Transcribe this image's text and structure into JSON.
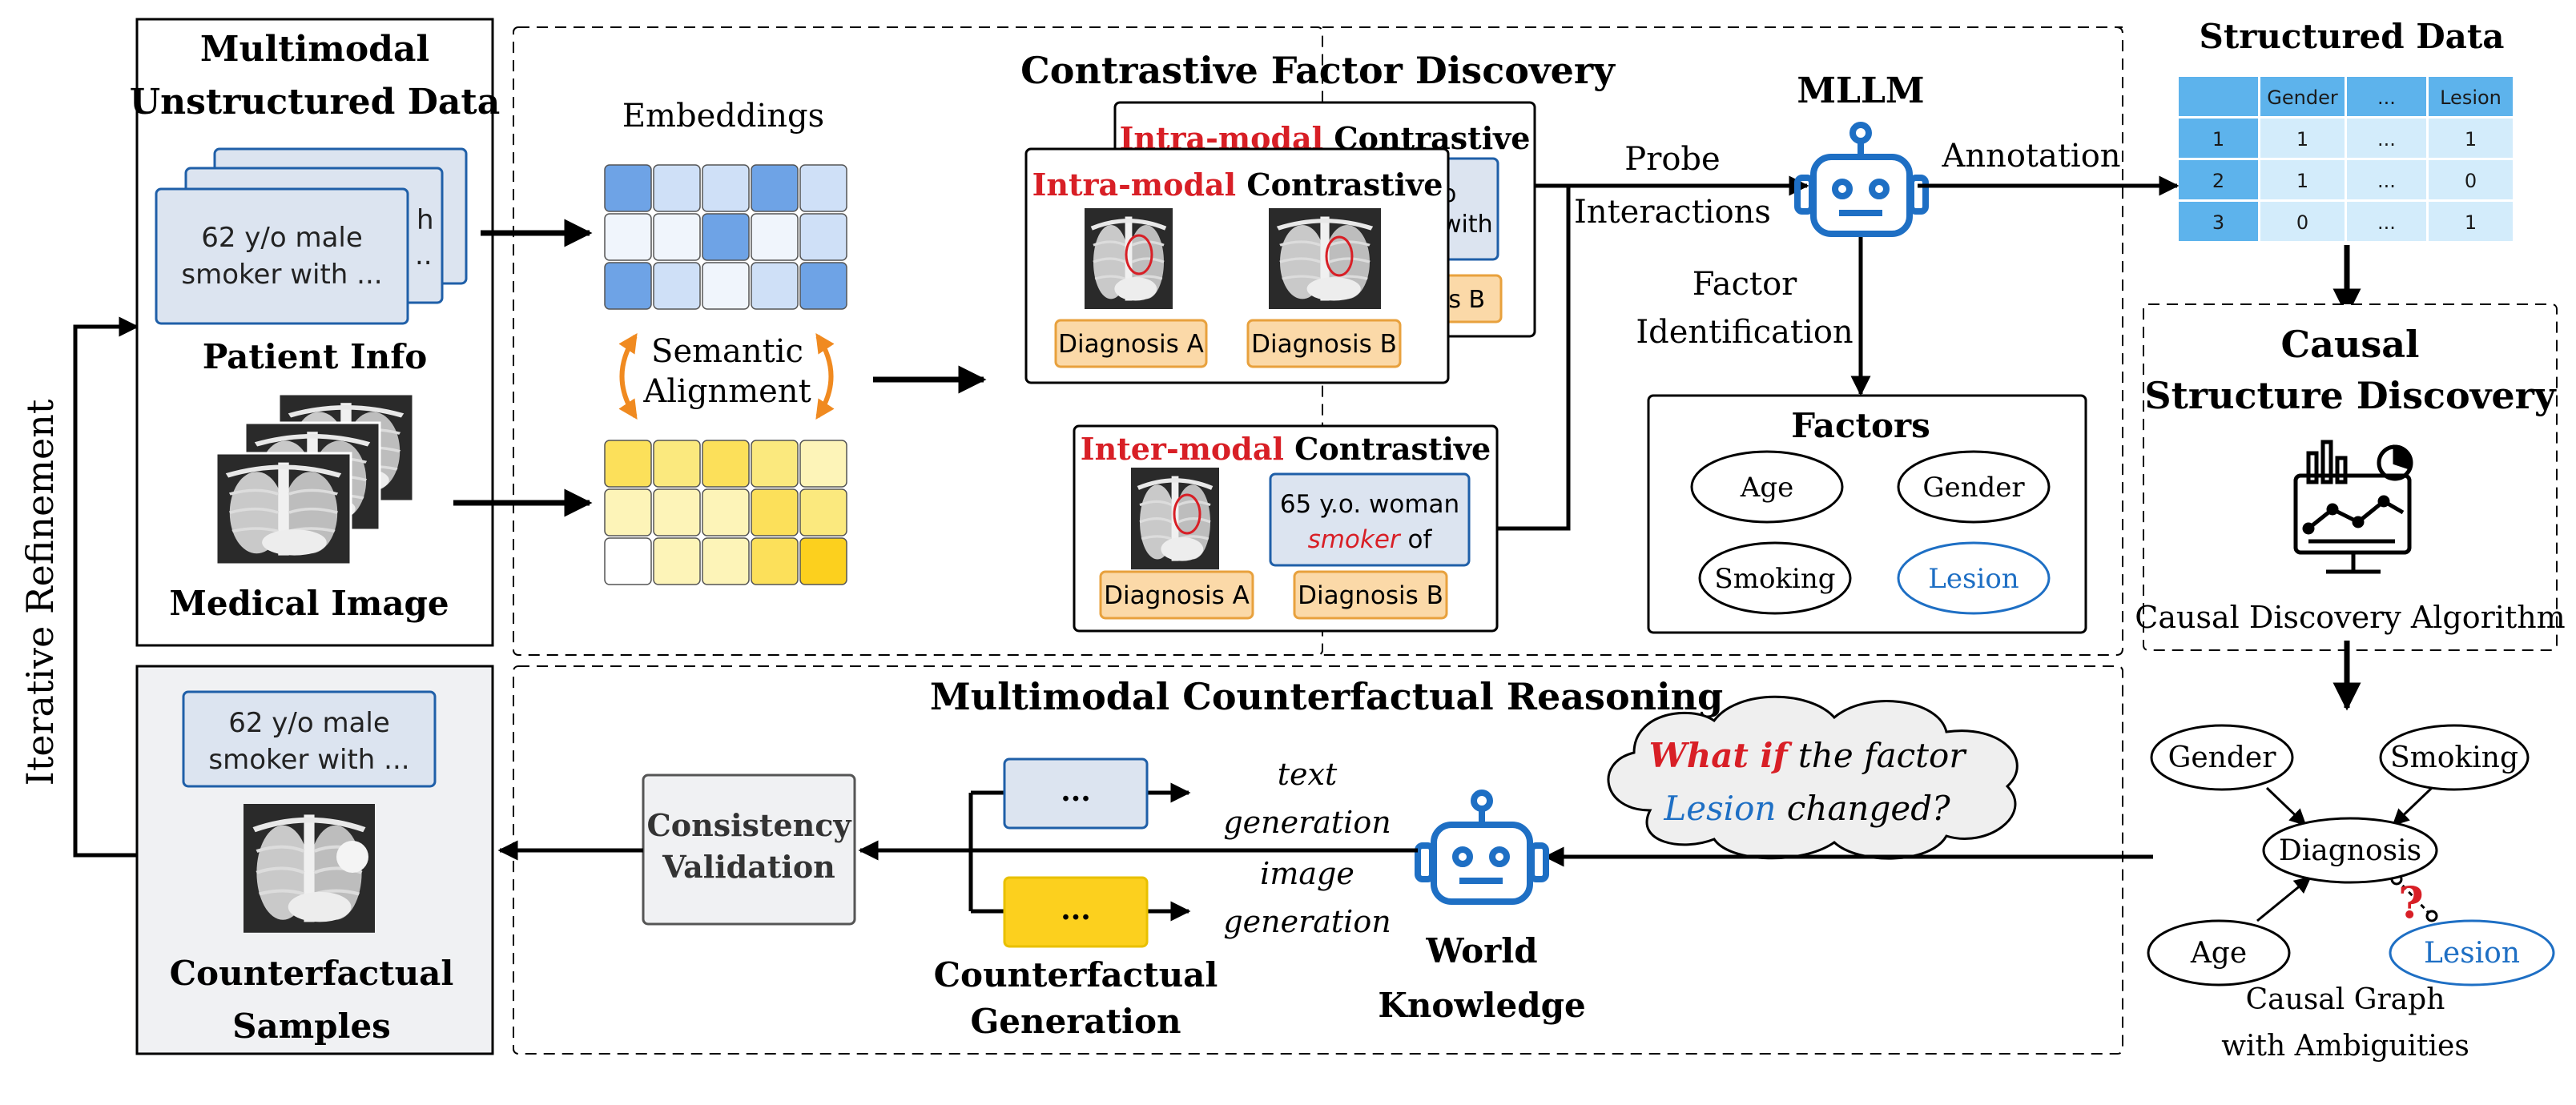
{
  "colors": {
    "blue_dark": "#1f5fa8",
    "blue_icon": "#1e6fc4",
    "red": "#d81f26",
    "orange_arrow": "#f08a20",
    "diag_fill": "#fbd9a8",
    "diag_stroke": "#e8a13d",
    "text_box_fill": "#dce4f0",
    "yellow_dark": "#fcd01e",
    "table_fill": "#d3ecfb"
  },
  "side": {
    "iterative_refinement": "Iterative Refinement"
  },
  "input_panel": {
    "title_line1": "Multimodal",
    "title_line2": "Unstructured Data",
    "card_text_line1": "62 y/o male",
    "card_text_line2": "smoker with ...",
    "back_card_fragment1": "h",
    "back_card_fragment2": "..",
    "patient_info": "Patient Info",
    "medical_image": "Medical Image"
  },
  "embeddings": {
    "label": "Embeddings",
    "semantic_line1": "Semantic",
    "semantic_line2": "Alignment",
    "blue_grid": [
      [
        3,
        1,
        1,
        3,
        1
      ],
      [
        0,
        0,
        3,
        0,
        1
      ],
      [
        3,
        1,
        0,
        1,
        3
      ]
    ],
    "yellow_grid": [
      [
        3,
        2,
        3,
        2,
        1
      ],
      [
        1,
        1,
        1,
        3,
        2
      ],
      [
        0,
        1,
        1,
        3,
        4
      ]
    ]
  },
  "contrastive": {
    "title": "Contrastive Factor Discovery",
    "intra_red": "Intra-modal",
    "intra_black": "Contrastive",
    "inter_red": "Inter-modal",
    "inter_black": "Contrastive",
    "diag_a": "Diagnosis A",
    "diag_b": "Diagnosis B",
    "back_diag_fragment": "is B",
    "back_text_fragment1": "o",
    "back_text_fragment2": "with",
    "inter_text_line1": "65 y.o. woman",
    "inter_text_smoker": "smoker",
    "inter_text_of": " of"
  },
  "mllm": {
    "title": "MLLM",
    "probe_line1": "Probe",
    "probe_line2": "Interactions",
    "annotation": "Annotation",
    "factor_line1": "Factor",
    "factor_line2": "Identification"
  },
  "factors": {
    "title": "Factors",
    "items": [
      "Age",
      "Gender",
      "Smoking",
      "Lesion"
    ]
  },
  "structured": {
    "title": "Structured Data",
    "headers": [
      "",
      "Gender",
      "...",
      "Lesion"
    ],
    "rows": [
      [
        "1",
        "1",
        "...",
        "1"
      ],
      [
        "2",
        "1",
        "...",
        "0"
      ],
      [
        "3",
        "0",
        "...",
        "1"
      ]
    ]
  },
  "causal": {
    "title_line1": "Causal",
    "title_line2": "Structure Discovery",
    "algorithm": "Causal Discovery Algorithm"
  },
  "graph": {
    "nodes": [
      "Gender",
      "Smoking",
      "Diagnosis",
      "Age",
      "Lesion"
    ],
    "question": "?",
    "caption_line1": "Causal Graph",
    "caption_line2": "with Ambiguities"
  },
  "counterfactual": {
    "title": "Multimodal Counterfactual Reasoning",
    "whatif": "What if",
    "the_factor": " the factor",
    "lesion": "Lesion",
    "changed": " changed?",
    "world_line1": "World",
    "world_line2": "Knowledge",
    "text_line1": "text",
    "text_line2": "generation",
    "image_line1": "image",
    "image_line2": "generation",
    "ellipsis": "...",
    "gen_line1": "Counterfactual",
    "gen_line2": "Generation",
    "cons_line1": "Consistency",
    "cons_line2": "Validation",
    "sample_text_line1": "62 y/o male",
    "sample_text_line2": "smoker with ...",
    "samples_line1": "Counterfactual",
    "samples_line2": "Samples"
  }
}
